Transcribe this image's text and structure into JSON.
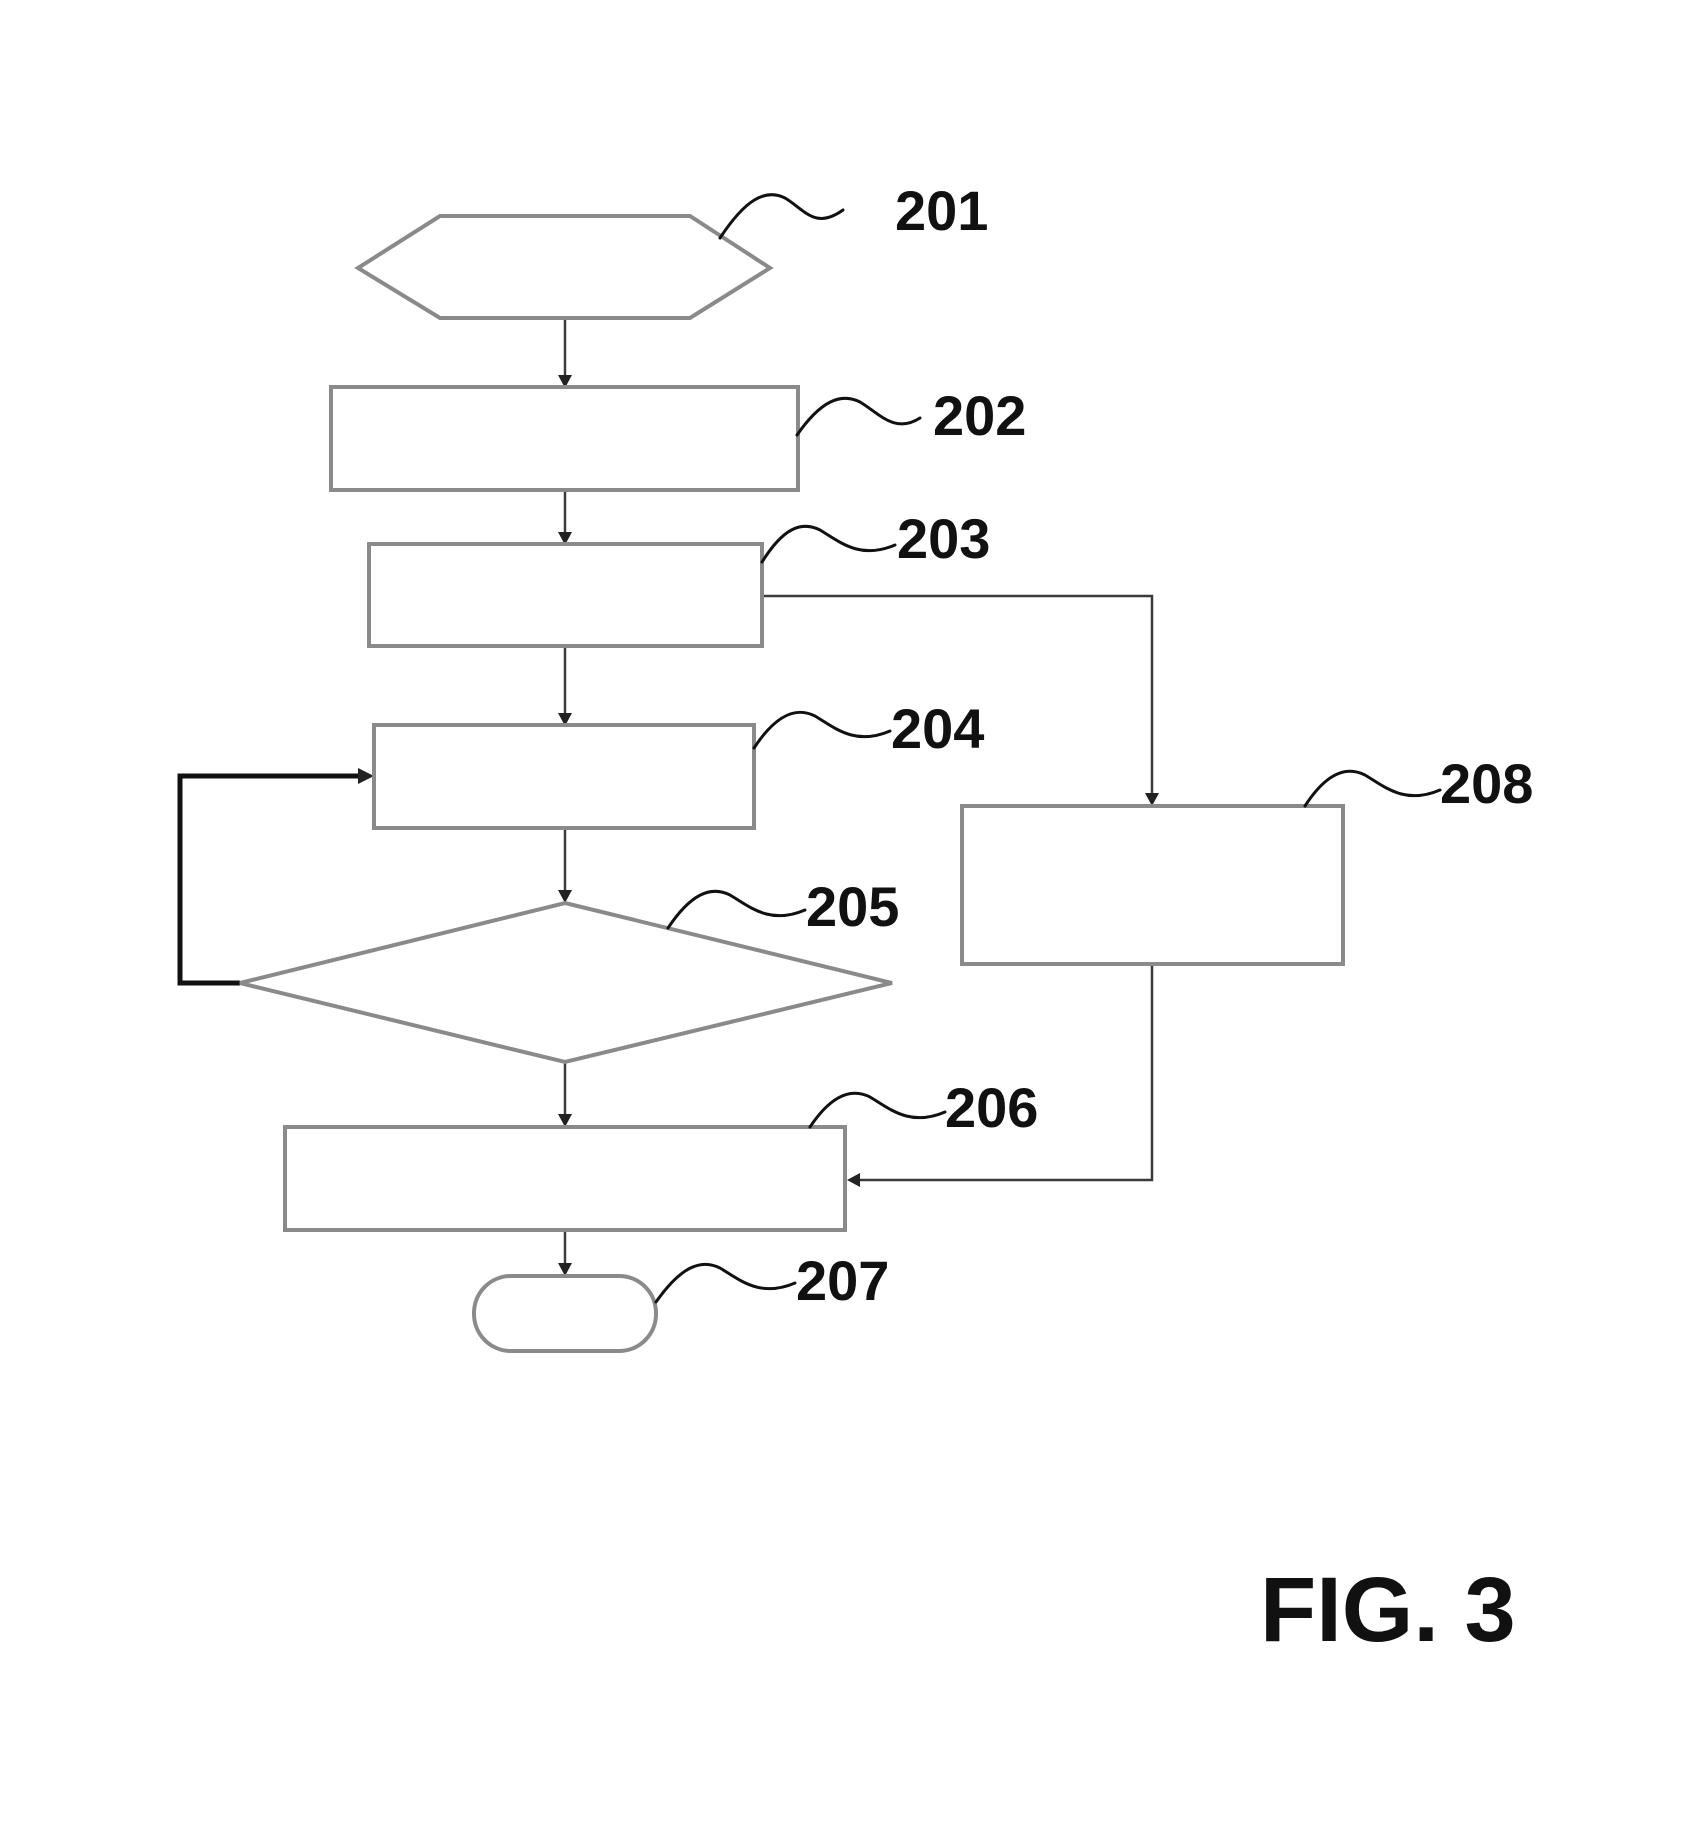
{
  "flowchart": {
    "steps": [
      {
        "ref": "201",
        "shape": "hexagon"
      },
      {
        "ref": "202",
        "shape": "process"
      },
      {
        "ref": "203",
        "shape": "process"
      },
      {
        "ref": "204",
        "shape": "process"
      },
      {
        "ref": "205",
        "shape": "decision"
      },
      {
        "ref": "206",
        "shape": "process"
      },
      {
        "ref": "207",
        "shape": "terminator"
      },
      {
        "ref": "208",
        "shape": "process"
      }
    ],
    "connections": [
      {
        "from": "201",
        "to": "202"
      },
      {
        "from": "202",
        "to": "203"
      },
      {
        "from": "203",
        "to": "204"
      },
      {
        "from": "204",
        "to": "205"
      },
      {
        "from": "205",
        "to": "204"
      },
      {
        "from": "205",
        "to": "206"
      },
      {
        "from": "203",
        "to": "208"
      },
      {
        "from": "208",
        "to": "206"
      },
      {
        "from": "206",
        "to": "207"
      }
    ]
  },
  "figure_label": "FIG. 3",
  "colors": {
    "shape_stroke": "#8a8a8a",
    "line": "#3a3a3a",
    "text": "#111111",
    "background": "#ffffff"
  }
}
